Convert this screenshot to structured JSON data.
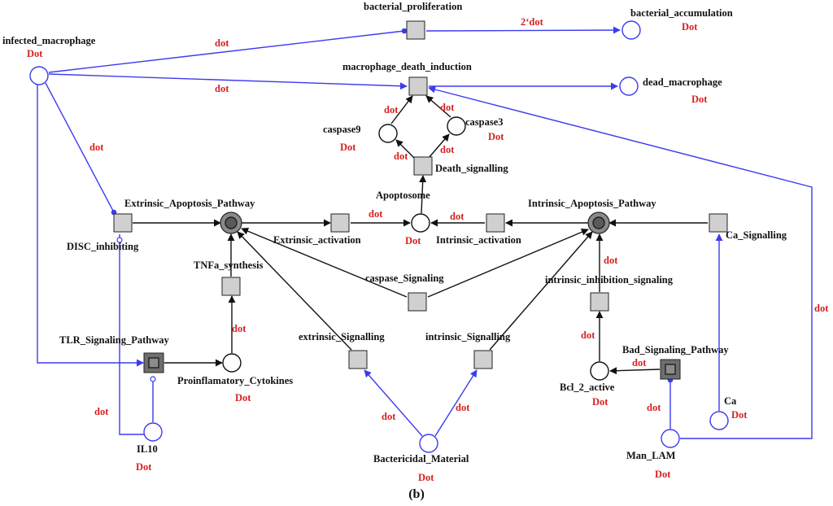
{
  "caption": "(b)",
  "colors": {
    "blue_arc": "#3b3bf0",
    "black_arc": "#111111",
    "token": "#d62020",
    "transition": "#d0d0d0",
    "macro_transition": "#6e6e6e",
    "fusion_place": "#808080"
  },
  "places": [
    {
      "id": "infected_macrophage",
      "label": "infected_macrophage",
      "token": "Dot",
      "style": "blue"
    },
    {
      "id": "bacterial_accumulation",
      "label": "bacterial_accumulation",
      "token": "Dot",
      "style": "blue"
    },
    {
      "id": "dead_macrophage",
      "label": "dead_macrophage",
      "token": "Dot",
      "style": "blue"
    },
    {
      "id": "caspase9",
      "label": "caspase9",
      "token": "Dot",
      "style": "black"
    },
    {
      "id": "caspase3",
      "label": "caspase3",
      "token": "Dot",
      "style": "black"
    },
    {
      "id": "apoptosome",
      "label": "Apoptosome",
      "token": "Dot",
      "style": "black"
    },
    {
      "id": "extrinsic_apoptosis_pathway",
      "label": "Extrinsic_Apoptosis_Pathway",
      "token": "",
      "style": "fusion"
    },
    {
      "id": "intrinsic_apoptosis_pathway",
      "label": "Intrinsic_Apoptosis_Pathway",
      "token": "",
      "style": "fusion"
    },
    {
      "id": "proinflamatory_cytokines",
      "label": "Proinflamatory_Cytokines",
      "token": "Dot",
      "style": "black"
    },
    {
      "id": "bcl_2_active",
      "label": "Bcl_2_active",
      "token": "Dot",
      "style": "black"
    },
    {
      "id": "il10",
      "label": "IL10",
      "token": "Dot",
      "style": "blue"
    },
    {
      "id": "bactericidal_material",
      "label": "Bactericidal_Material",
      "token": "Dot",
      "style": "blue"
    },
    {
      "id": "man_lam",
      "label": "Man_LAM",
      "token": "Dot",
      "style": "blue"
    },
    {
      "id": "ca",
      "label": "Ca",
      "token": "Dot",
      "style": "blue"
    }
  ],
  "transitions": [
    {
      "id": "bacterial_proliferation",
      "label": "bacterial_proliferation",
      "kind": "plain"
    },
    {
      "id": "macrophage_death_induction",
      "label": "macrophage_death_induction",
      "kind": "plain"
    },
    {
      "id": "death_signalling",
      "label": "Death_signalling",
      "kind": "plain"
    },
    {
      "id": "disc_inhibiting",
      "label": "DISC_inhibiting",
      "kind": "plain"
    },
    {
      "id": "extrinsic_activation",
      "label": "Extrinsic_activation",
      "kind": "plain"
    },
    {
      "id": "intrinsic_activation",
      "label": "Intrinsic_activation",
      "kind": "plain"
    },
    {
      "id": "ca_signalling",
      "label": "Ca_Signalling",
      "kind": "plain"
    },
    {
      "id": "tnfa_synthesis",
      "label": "TNFa_synthesis",
      "kind": "plain"
    },
    {
      "id": "caspase_signaling",
      "label": "caspase_Signaling",
      "kind": "plain"
    },
    {
      "id": "intrinsic_inhibition_signaling",
      "label": "intrinsic_inhibition_signaling",
      "kind": "plain"
    },
    {
      "id": "tlr_signaling_pathway",
      "label": "TLR_Signaling_Pathway",
      "kind": "macro"
    },
    {
      "id": "extrinsic_signalling",
      "label": "extrinsic_Signalling",
      "kind": "plain"
    },
    {
      "id": "intrinsic_signalling",
      "label": "intrinsic_Signalling",
      "kind": "plain"
    },
    {
      "id": "bad_signaling_pathway",
      "label": "Bad_Signaling_Pathway",
      "kind": "macro"
    }
  ],
  "arcs": [
    {
      "from": "infected_macrophage",
      "to": "bacterial_proliferation",
      "inscription": "dot",
      "style": "blue",
      "type": "read"
    },
    {
      "from": "bacterial_proliferation",
      "to": "bacterial_accumulation",
      "inscription": "2‘dot",
      "style": "blue",
      "type": "normal"
    },
    {
      "from": "infected_macrophage",
      "to": "macrophage_death_induction",
      "inscription": "dot",
      "style": "blue",
      "type": "normal"
    },
    {
      "from": "macrophage_death_induction",
      "to": "dead_macrophage",
      "inscription": "",
      "style": "blue",
      "type": "normal"
    },
    {
      "from": "infected_macrophage",
      "to": "disc_inhibiting",
      "inscription": "dot",
      "style": "blue",
      "type": "read"
    },
    {
      "from": "infected_macrophage",
      "to": "tlr_signaling_pathway",
      "inscription": "",
      "style": "blue",
      "type": "normal"
    },
    {
      "from": "caspase9",
      "to": "macrophage_death_induction",
      "inscription": "dot",
      "style": "black",
      "type": "normal"
    },
    {
      "from": "caspase3",
      "to": "macrophage_death_induction",
      "inscription": "dot",
      "style": "black",
      "type": "normal"
    },
    {
      "from": "death_signalling",
      "to": "caspase9",
      "inscription": "dot",
      "style": "black",
      "type": "normal"
    },
    {
      "from": "death_signalling",
      "to": "caspase3",
      "inscription": "dot",
      "style": "black",
      "type": "normal"
    },
    {
      "from": "apoptosome",
      "to": "death_signalling",
      "inscription": "",
      "style": "black",
      "type": "normal"
    },
    {
      "from": "disc_inhibiting",
      "to": "extrinsic_apoptosis_pathway",
      "inscription": "",
      "style": "black",
      "type": "normal"
    },
    {
      "from": "extrinsic_apoptosis_pathway",
      "to": "extrinsic_activation",
      "inscription": "",
      "style": "black",
      "type": "normal"
    },
    {
      "from": "extrinsic_activation",
      "to": "apoptosome",
      "inscription": "dot",
      "style": "black",
      "type": "normal"
    },
    {
      "from": "intrinsic_apoptosis_pathway",
      "to": "intrinsic_activation",
      "inscription": "",
      "style": "black",
      "type": "normal"
    },
    {
      "from": "intrinsic_activation",
      "to": "apoptosome",
      "inscription": "dot",
      "style": "black",
      "type": "normal"
    },
    {
      "from": "ca_signalling",
      "to": "intrinsic_apoptosis_pathway",
      "inscription": "",
      "style": "black",
      "type": "normal"
    },
    {
      "from": "tnfa_synthesis",
      "to": "extrinsic_apoptosis_pathway",
      "inscription": "",
      "style": "black",
      "type": "normal"
    },
    {
      "from": "caspase_signaling",
      "to": "extrinsic_apoptosis_pathway",
      "inscription": "",
      "style": "black",
      "type": "normal"
    },
    {
      "from": "caspase_signaling",
      "to": "intrinsic_apoptosis_pathway",
      "inscription": "",
      "style": "black",
      "type": "normal"
    },
    {
      "from": "extrinsic_signalling",
      "to": "extrinsic_apoptosis_pathway",
      "inscription": "",
      "style": "black",
      "type": "normal"
    },
    {
      "from": "intrinsic_signalling",
      "to": "intrinsic_apoptosis_pathway",
      "inscription": "",
      "style": "black",
      "type": "normal"
    },
    {
      "from": "intrinsic_inhibition_signaling",
      "to": "intrinsic_apoptosis_pathway",
      "inscription": "dot",
      "style": "black",
      "type": "normal"
    },
    {
      "from": "proinflamatory_cytokines",
      "to": "tnfa_synthesis",
      "inscription": "dot",
      "style": "black",
      "type": "normal"
    },
    {
      "from": "tlr_signaling_pathway",
      "to": "proinflamatory_cytokines",
      "inscription": "",
      "style": "black",
      "type": "normal"
    },
    {
      "from": "bcl_2_active",
      "to": "intrinsic_inhibition_signaling",
      "inscription": "dot",
      "style": "black",
      "type": "normal"
    },
    {
      "from": "bad_signaling_pathway",
      "to": "bcl_2_active",
      "inscription": "dot",
      "style": "black",
      "type": "normal"
    },
    {
      "from": "il10",
      "to": "tlr_signaling_pathway",
      "inscription": "",
      "style": "blue",
      "type": "inhibitor"
    },
    {
      "from": "il10",
      "to": "disc_inhibiting",
      "inscription": "dot",
      "style": "blue",
      "type": "inhibitor"
    },
    {
      "from": "bactericidal_material",
      "to": "extrinsic_signalling",
      "inscription": "dot",
      "style": "blue",
      "type": "normal"
    },
    {
      "from": "bactericidal_material",
      "to": "intrinsic_signalling",
      "inscription": "dot",
      "style": "blue",
      "type": "normal"
    },
    {
      "from": "man_lam",
      "to": "bad_signaling_pathway",
      "inscription": "dot",
      "style": "blue",
      "type": "read"
    },
    {
      "from": "man_lam",
      "to": "macrophage_death_induction",
      "inscription": "dot",
      "style": "blue",
      "type": "normal"
    },
    {
      "from": "ca",
      "to": "ca_signalling",
      "inscription": "",
      "style": "blue",
      "type": "normal"
    }
  ]
}
